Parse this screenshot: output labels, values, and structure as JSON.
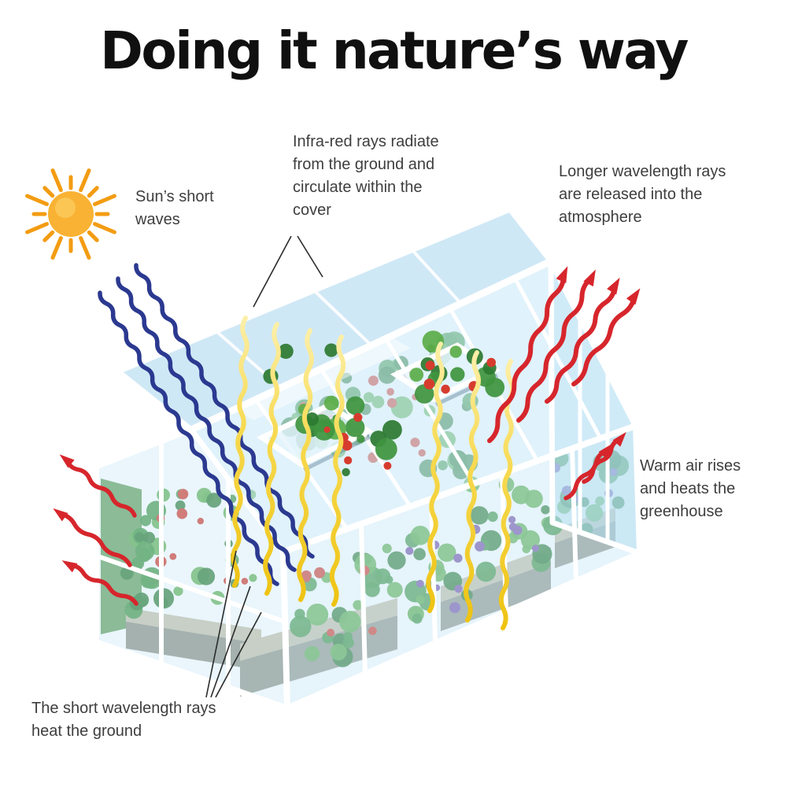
{
  "title": "Doing it nature’s way",
  "annotations": {
    "sun_label": "Sun’s short waves",
    "infrared_label": "Infra-red rays radiate from the ground and circulate within the cover",
    "released_label": "Longer wavelength rays are released into the atmosphere",
    "warm_air_label": "Warm air rises and heats the greenhouse",
    "ground_label": "The short wavelength rays heat the ground"
  },
  "colors": {
    "title_text": "#101010",
    "label_text": "#3e3e3e",
    "sun_core": "#F9B233",
    "sun_rays": "#F39C12",
    "short_wave_blue": "#2B3990",
    "infrared_yellow": "#EEC312",
    "released_red": "#D6262C",
    "glass_blue": "#CDE9F6",
    "frame_white": "#FFFFFF",
    "foliage_dark": "#2D7A31",
    "foliage_green": "#3F9440",
    "foliage_light": "#5CAD4A",
    "tomato_red": "#D63C2E",
    "flower_purple": "#7B55A9",
    "planter_top": "#C7C0A8",
    "planter_front": "#94968A",
    "back_wall_green": "#67A05C"
  },
  "diagram": {
    "subject": "greenhouse",
    "arrow_groups": [
      {
        "name": "short-wave-arrows",
        "color": "#2B3990",
        "count": 3
      },
      {
        "name": "infrared-arrows",
        "color": "#EEC312",
        "count": 7
      },
      {
        "name": "released-arrows",
        "color": "#D6262C",
        "count": 4
      },
      {
        "name": "left-warm-air-arrows",
        "color": "#D6262C",
        "count": 3
      },
      {
        "name": "right-warm-air-arrows",
        "color": "#D6262C",
        "count": 2
      }
    ]
  }
}
